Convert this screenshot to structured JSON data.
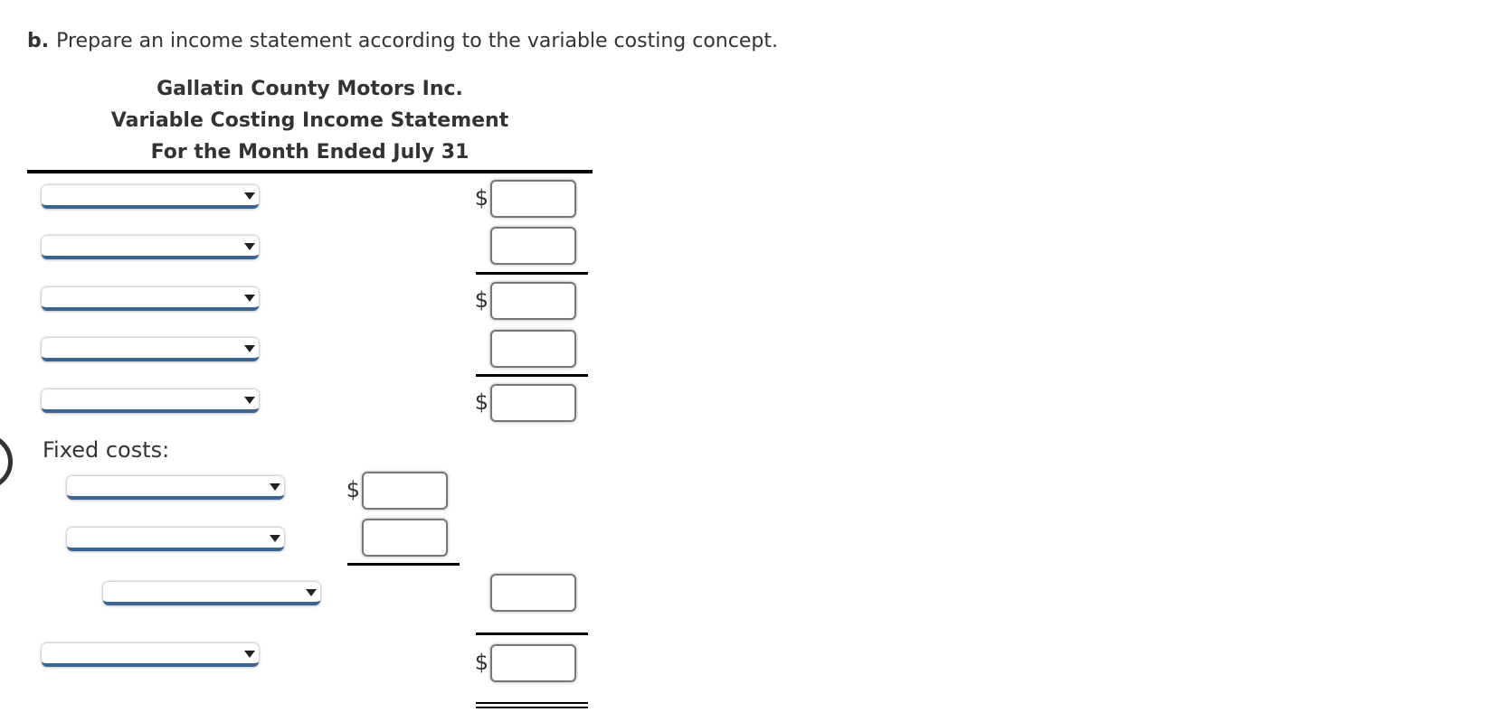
{
  "instruction": {
    "label": "b.",
    "text": "Prepare an income statement according to the variable costing concept."
  },
  "statement": {
    "company": "Gallatin County Motors Inc.",
    "title": "Variable Costing Income Statement",
    "period": "For the Month Ended July 31"
  },
  "rows": [
    {
      "dropdown_value": "",
      "amount": "",
      "currency_symbol": "$"
    },
    {
      "dropdown_value": "",
      "amount": ""
    },
    {
      "dropdown_value": "",
      "amount": "",
      "currency_symbol": "$"
    },
    {
      "dropdown_value": "",
      "amount": ""
    },
    {
      "dropdown_value": "",
      "amount": "",
      "currency_symbol": "$"
    }
  ],
  "fixed_costs": {
    "label": "Fixed costs:",
    "items": [
      {
        "dropdown_value": "",
        "amount": "",
        "currency_symbol": "$"
      },
      {
        "dropdown_value": "",
        "amount": ""
      }
    ],
    "total": {
      "dropdown_value": "",
      "amount": ""
    }
  },
  "final_row": {
    "dropdown_value": "",
    "amount": "",
    "currency_symbol": "$"
  },
  "colors": {
    "text": "#333333",
    "dropdown_underline": "#3a6591",
    "input_border": "#777777",
    "rule": "#000000"
  }
}
